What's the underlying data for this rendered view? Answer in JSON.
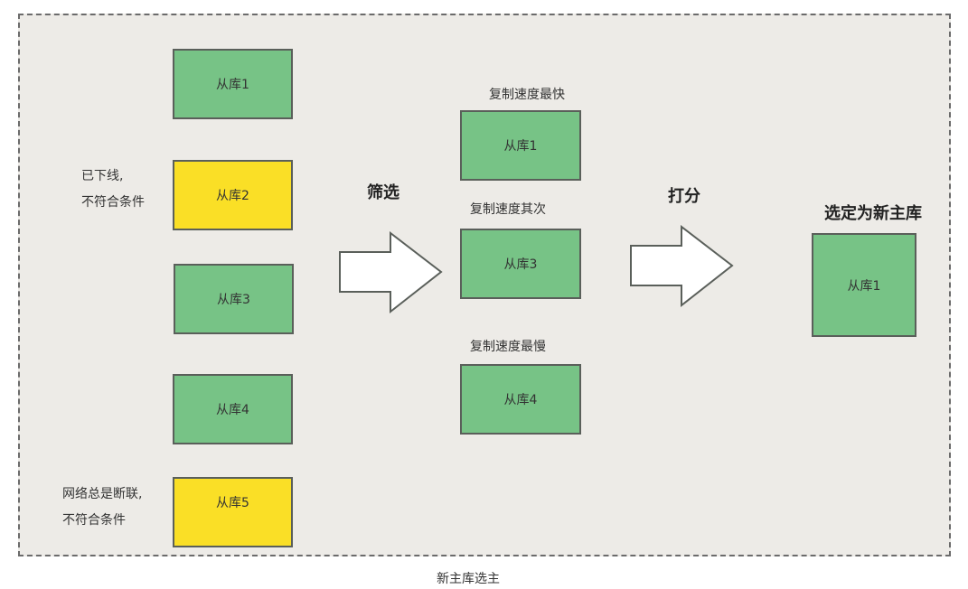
{
  "diagram": {
    "caption": "新主库选主",
    "colors": {
      "eligible": "#77c386",
      "rejected": "#fadf26",
      "background": "#edebe7",
      "border": "#5a5f5a"
    },
    "candidates": [
      {
        "label": "从库1",
        "status": "eligible"
      },
      {
        "label": "从库2",
        "status": "rejected",
        "note_line1": "已下线,",
        "note_line2": "不符合条件"
      },
      {
        "label": "从库3",
        "status": "eligible"
      },
      {
        "label": "从库4",
        "status": "eligible"
      },
      {
        "label": "从库5",
        "status": "rejected",
        "note_line1": "网络总是断联,",
        "note_line2": "不符合条件"
      }
    ],
    "step_filter": {
      "label": "筛选",
      "icon": "right-arrow-icon"
    },
    "filtered": [
      {
        "label": "从库1",
        "rank_label": "复制速度最快"
      },
      {
        "label": "从库3",
        "rank_label": "复制速度其次"
      },
      {
        "label": "从库4",
        "rank_label": "复制速度最慢"
      }
    ],
    "step_score": {
      "label": "打分",
      "icon": "right-arrow-icon"
    },
    "result": {
      "title": "选定为新主库",
      "label": "从库1"
    }
  }
}
